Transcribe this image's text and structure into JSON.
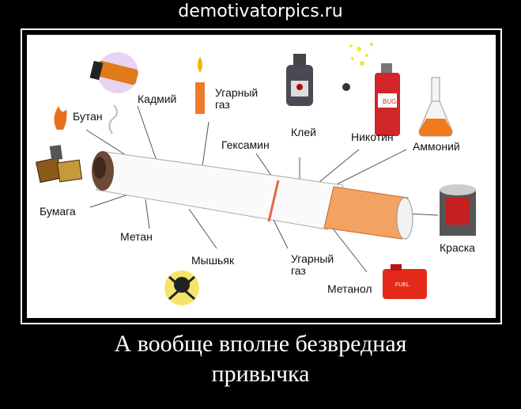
{
  "site": "demotivatorpics.ru",
  "labels": {
    "butan": "Бутан",
    "kadmiy": "Кадмий",
    "ugarny1": "Угарный\nгаз",
    "geksamin": "Гексамин",
    "kley": "Клей",
    "nikotin": "Никотин",
    "ammoniy": "Аммоний",
    "bumaga": "Бумага",
    "metan": "Метан",
    "myshyak": "Мышьяк",
    "ugarny2": "Угарный\nгаз",
    "metanol": "Метанол",
    "kraska": "Краска",
    "bug": "BUG",
    "fuel": "FUEL"
  },
  "caption": {
    "line1": "А вообще вполне безвредная",
    "line2": "привычка"
  }
}
